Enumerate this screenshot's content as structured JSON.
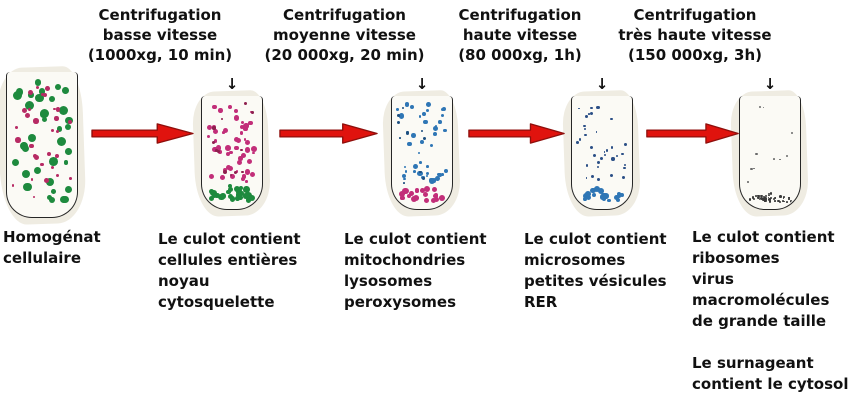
{
  "icons": {
    "spin_arrow": "↓"
  },
  "arrow_color": "#e0130e",
  "arrow_outline": "#8f0f0c",
  "steps": [
    {
      "header_lines": [],
      "caption_lines": [
        "Homogénat",
        "cellulaire"
      ],
      "tube": {
        "spin_arrow": false,
        "body_dots": [
          {
            "color": "#1e8a3e",
            "count": 36,
            "min_r": 2.2,
            "max_r": 4.6
          },
          {
            "color": "#b72a64",
            "count": 30,
            "min_r": 1.2,
            "max_r": 2.8
          }
        ],
        "pellet": null
      }
    },
    {
      "header_lines": [
        "Centrifugation",
        "basse vitesse",
        "(1000xg, 10 min)"
      ],
      "caption_lines": [
        "Le culot contient",
        "cellules entières",
        "noyau",
        "cytosquelette"
      ],
      "tube": {
        "spin_arrow": true,
        "body_dots": [
          {
            "color": "#c22e79",
            "count": 50,
            "min_r": 1.1,
            "max_r": 3.0
          },
          {
            "color": "#8e1f4e",
            "count": 12,
            "min_r": 1.0,
            "max_r": 2.2
          }
        ],
        "pellet": {
          "color": "#1e8a3e",
          "count": 26,
          "min_r": 2.0,
          "max_r": 3.4,
          "height": 16
        }
      }
    },
    {
      "header_lines": [
        "Centrifugation",
        "moyenne vitesse",
        "(20 000xg, 20 min)"
      ],
      "caption_lines": [
        "Le culot contient",
        "mitochondries",
        "lysosomes",
        "peroxysomes"
      ],
      "tube": {
        "spin_arrow": true,
        "body_dots": [
          {
            "color": "#2f76b5",
            "count": 44,
            "min_r": 1.0,
            "max_r": 3.0
          },
          {
            "color": "#1d4f80",
            "count": 10,
            "min_r": 0.8,
            "max_r": 1.8
          }
        ],
        "pellet": {
          "color": "#c22e79",
          "count": 22,
          "min_r": 2.0,
          "max_r": 3.2,
          "height": 15
        }
      }
    },
    {
      "header_lines": [
        "Centrifugation",
        "haute vitesse",
        "(80 000xg, 1h)"
      ],
      "caption_lines": [
        "Le culot contient",
        "microsomes",
        "petites vésicules",
        "RER"
      ],
      "tube": {
        "spin_arrow": true,
        "body_dots": [
          {
            "color": "#2b4f86",
            "count": 34,
            "min_r": 0.8,
            "max_r": 1.8
          }
        ],
        "pellet": {
          "color": "#2f76b5",
          "count": 20,
          "min_r": 1.8,
          "max_r": 3.0,
          "height": 13
        }
      }
    },
    {
      "header_lines": [
        "Centrifugation",
        "très haute vitesse",
        "(150 000xg, 3h)"
      ],
      "caption_lines": [
        "Le culot contient",
        "ribosomes",
        "virus",
        "macromolécules",
        "de grande taille",
        "",
        "Le surnageant",
        "contient le cytosol"
      ],
      "tube": {
        "spin_arrow": true,
        "body_dots": [
          {
            "color": "#6a6a6a",
            "count": 10,
            "min_r": 0.6,
            "max_r": 1.3
          }
        ],
        "pellet": {
          "color": "#3a3a3a",
          "count": 46,
          "min_r": 0.7,
          "max_r": 1.4,
          "height": 9
        }
      }
    }
  ]
}
